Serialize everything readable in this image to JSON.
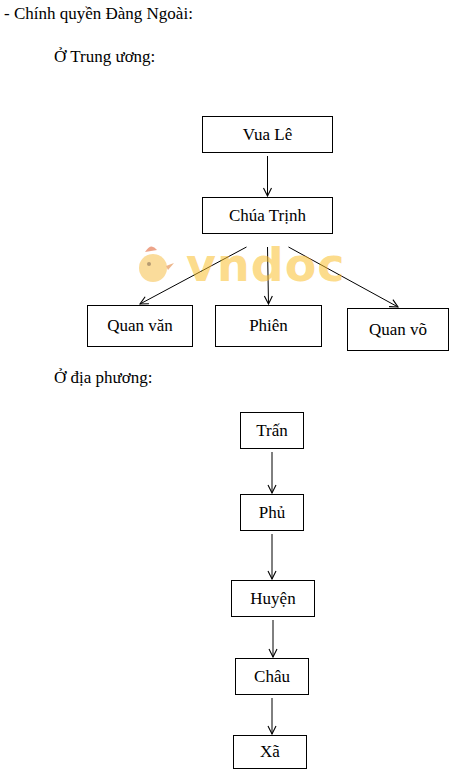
{
  "diagram": {
    "nodes": [
      {
        "text": [
          "Vua Lê"
        ]
      },
      {
        "text": [
          "Chúa Trịnh"
        ]
      },
      {
        "text": [
          "Quan văn"
        ]
      },
      {
        "text": [
          "Phiên"
        ]
      },
      {
        "text": [
          "Quan võ"
        ]
      },
      {
        "text": [
          "Trấn"
        ]
      },
      {
        "text": [
          "Phủ"
        ]
      },
      {
        "text": [
          "Huyện"
        ]
      },
      {
        "text": [
          "Châu"
        ]
      },
      {
        "text": [
          "Xã"
        ]
      }
    ],
    "edges": [
      {
        "from": 0,
        "to": 1,
        "arrow": "to"
      },
      {
        "from": 1,
        "to": 2,
        "arrow": "to"
      },
      {
        "from": 1,
        "to": 3,
        "arrow": "to"
      },
      {
        "from": 1,
        "to": 4,
        "arrow": "to"
      },
      {
        "from": 5,
        "to": 6,
        "arrow": "to"
      },
      {
        "from": 6,
        "to": 7,
        "arrow": "to"
      },
      {
        "from": 7,
        "to": 8,
        "arrow": "to"
      },
      {
        "from": 8,
        "to": 9,
        "arrow": "to"
      }
    ],
    "labels": [
      "- Chính quyền Đàng Ngoài:",
      "Ở Trung ương:",
      "Ở địa phương:",
      "vndoc"
    ]
  }
}
